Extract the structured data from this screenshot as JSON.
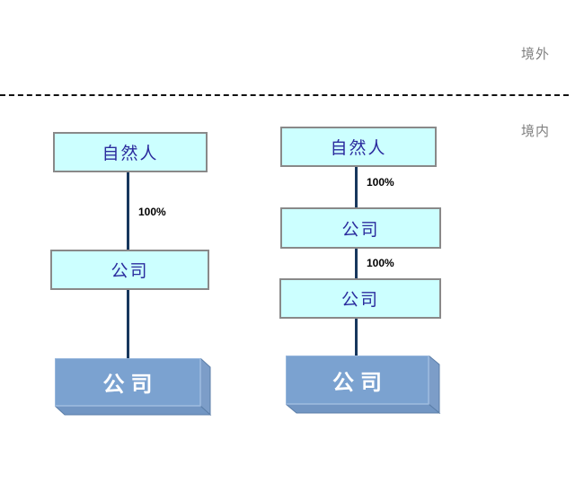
{
  "regions": {
    "offshore": "境外",
    "onshore": "境内"
  },
  "structures": [
    {
      "name": "left-chain-two-tier",
      "nodes": [
        {
          "label": "自然人",
          "type": "flat"
        },
        {
          "label": "公司",
          "type": "flat"
        },
        {
          "label": "公司",
          "type": "cube"
        }
      ],
      "edges": [
        {
          "label": "100%"
        },
        {
          "label": ""
        }
      ]
    },
    {
      "name": "right-chain-three-tier",
      "nodes": [
        {
          "label": "自然人",
          "type": "flat"
        },
        {
          "label": "公司",
          "type": "flat"
        },
        {
          "label": "公司",
          "type": "flat"
        },
        {
          "label": "公司",
          "type": "cube"
        }
      ],
      "edges": [
        {
          "label": "100%"
        },
        {
          "label": "100%"
        },
        {
          "label": ""
        }
      ]
    }
  ],
  "colors": {
    "flat_box_fill": "#ccffff",
    "flat_box_border": "#898989",
    "flat_box_text": "#2b2b9e",
    "connector": "#17375d",
    "divider": "#111111",
    "region_label_text": "#808080",
    "cube_front": "#7ba2d0",
    "cube_front_edge": "#9fbcdf",
    "cube_side": "#7c9dc8",
    "cube_bottom": "#7296c3",
    "cube_dark_edge": "#5b7ea8",
    "cube_text": "#ffffff",
    "percent_text": "#000000"
  }
}
